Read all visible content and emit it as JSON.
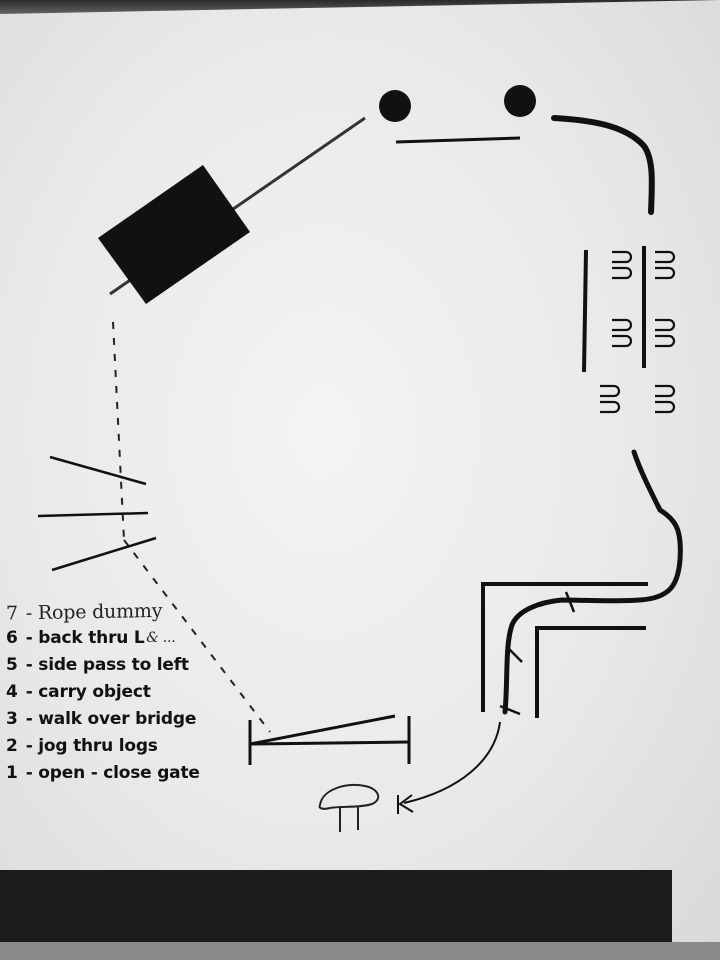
{
  "legend": {
    "items": [
      {
        "num": "7",
        "text": "- Rope dummy"
      },
      {
        "num": "6",
        "text": "- back thru L",
        "scribble": "& ..."
      },
      {
        "num": "5",
        "text": "- side pass to left"
      },
      {
        "num": "4",
        "text": "- carry object"
      },
      {
        "num": "3",
        "text": "- walk over bridge"
      },
      {
        "num": "2",
        "text": "- jog thru logs"
      },
      {
        "num": "1",
        "text": "- open - close gate"
      }
    ]
  },
  "colors": {
    "ink": "#111111",
    "paper": "#ececec",
    "strip": "#1c1c1c"
  }
}
